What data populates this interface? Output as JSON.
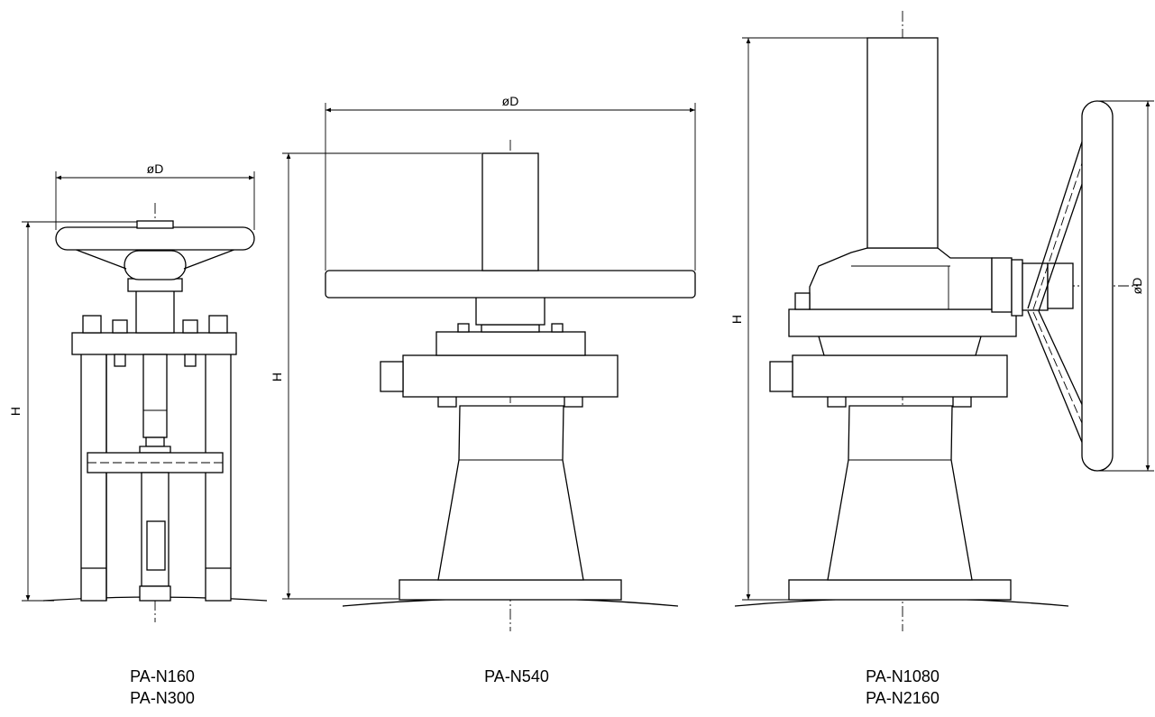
{
  "drawings": [
    {
      "id": "small",
      "diameter_label": "øD",
      "height_label": "H",
      "models": [
        "PA-N160",
        "PA-N300"
      ]
    },
    {
      "id": "medium",
      "diameter_label": "øD",
      "height_label": "H",
      "models": [
        "PA-N540"
      ]
    },
    {
      "id": "large",
      "diameter_label": "øD",
      "height_label": "H",
      "models": [
        "PA-N1080",
        "PA-N2160"
      ]
    }
  ]
}
